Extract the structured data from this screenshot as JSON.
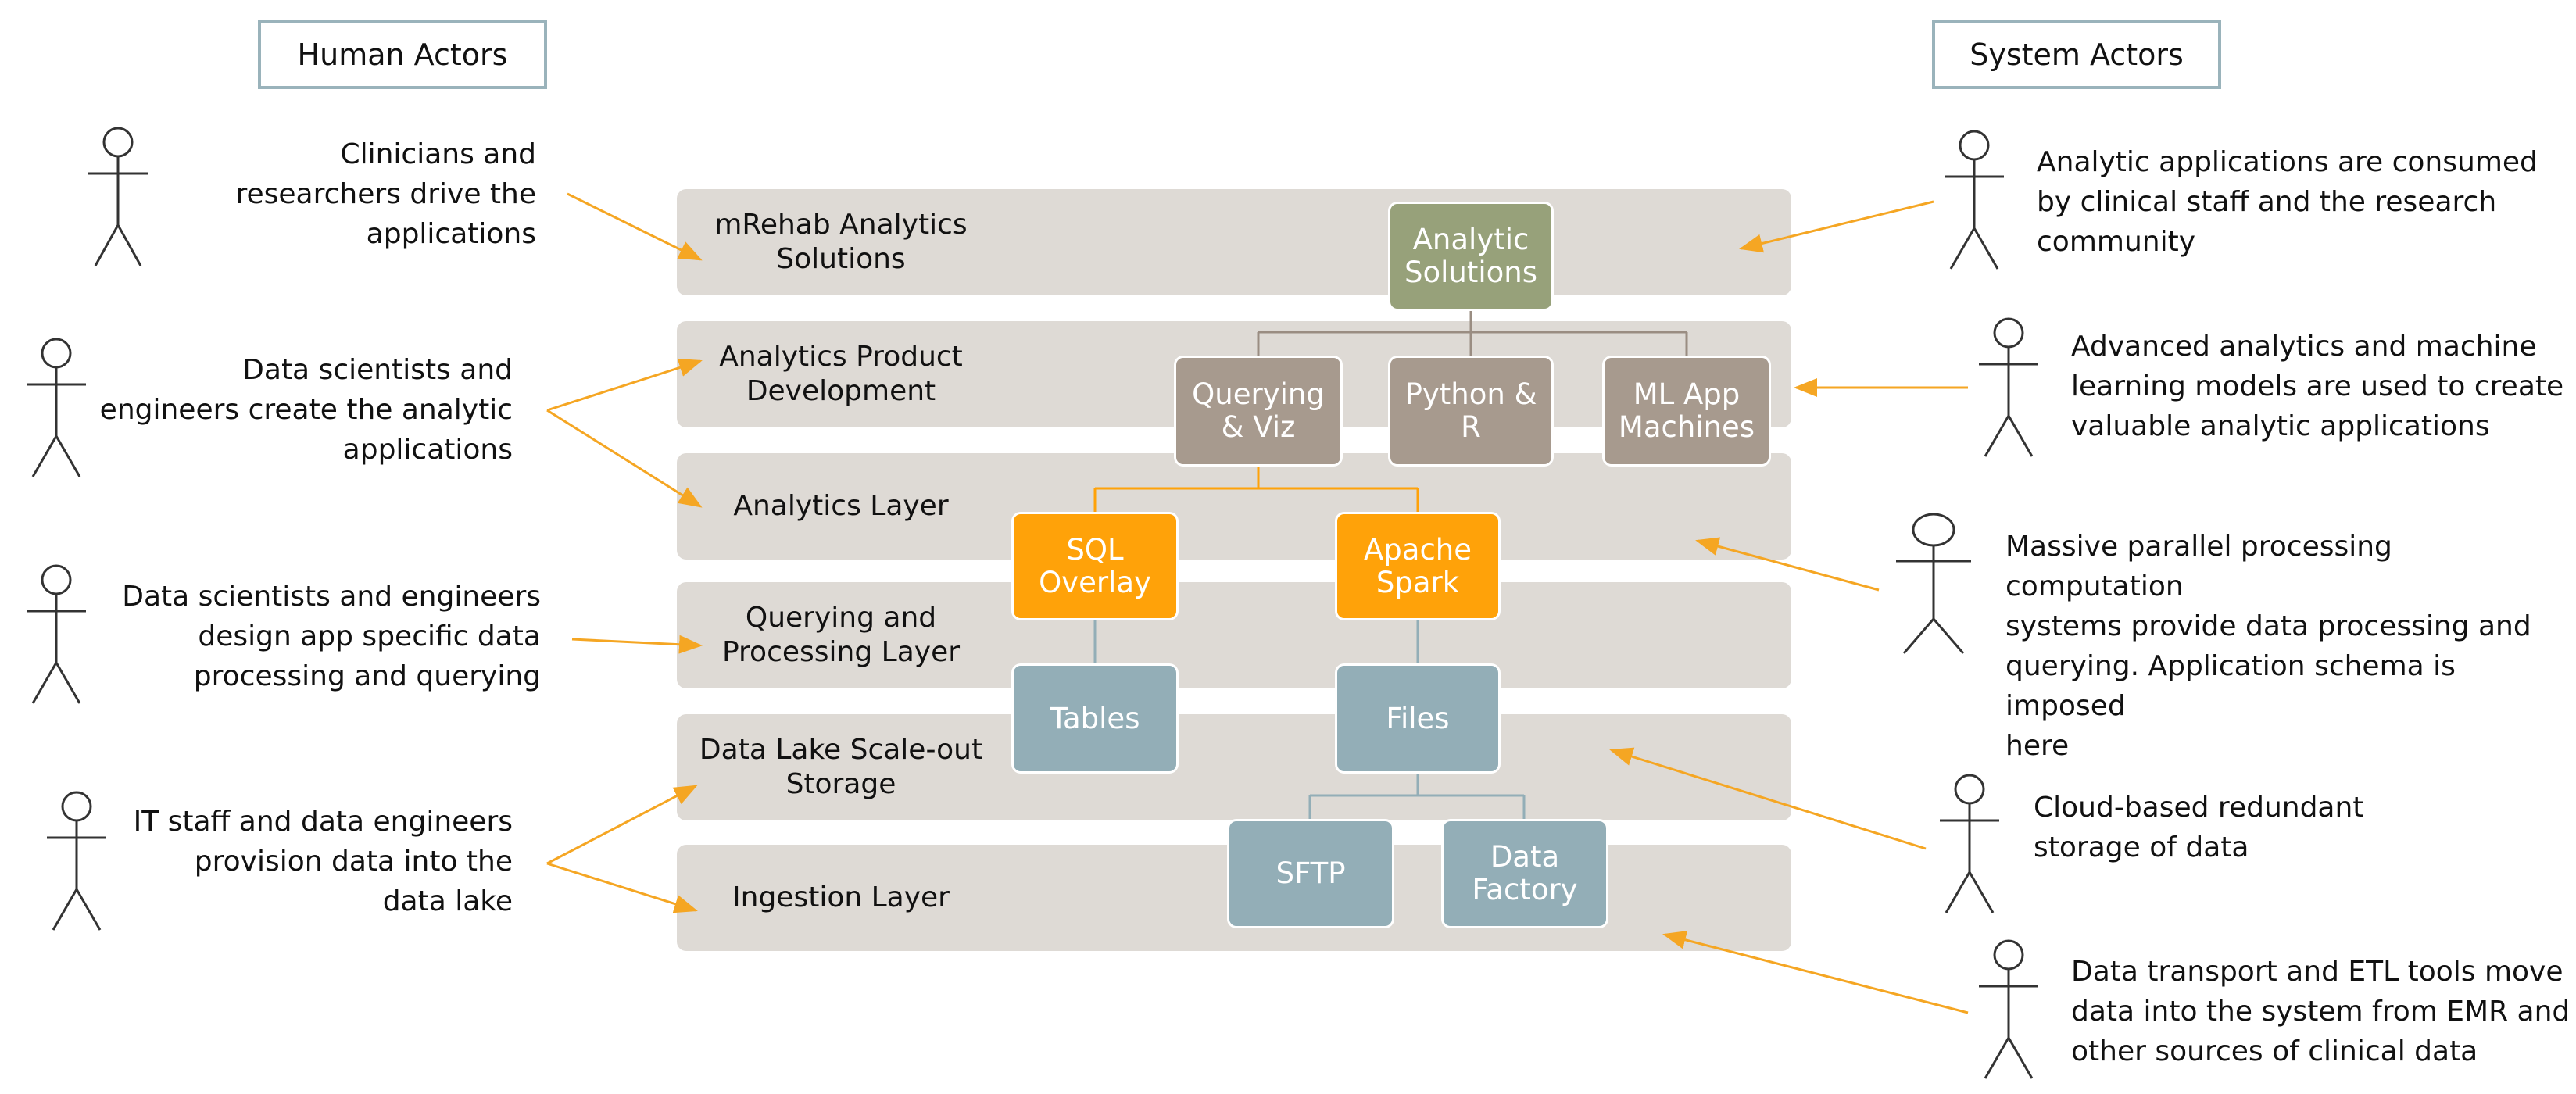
{
  "headers": {
    "human": "Human Actors",
    "system": "System Actors"
  },
  "layers": [
    {
      "label": "mRehab Analytics\nSolutions"
    },
    {
      "label": "Analytics Product\nDevelopment"
    },
    {
      "label": "Analytics Layer"
    },
    {
      "label": "Querying and\nProcessing Layer"
    },
    {
      "label": "Data Lake Scale-out\nStorage"
    },
    {
      "label": "Ingestion Layer"
    }
  ],
  "nodes": {
    "analytic_solutions": "Analytic\nSolutions",
    "querying_viz": "Querying\n& Viz",
    "python_r": "Python &\nR",
    "ml_app": "ML App\nMachines",
    "sql_overlay": "SQL\nOverlay",
    "apache_spark": "Apache\nSpark",
    "tables": "Tables",
    "files": "Files",
    "sftp": "SFTP",
    "data_factory": "Data\nFactory"
  },
  "human_notes": [
    "Clinicians and\nresearchers drive the\napplications",
    "Data scientists and\nengineers create the analytic\napplications",
    "Data scientists and engineers\ndesign app specific data\nprocessing and querying",
    "IT staff and data engineers\nprovision data into the\ndata lake"
  ],
  "system_notes": [
    "Analytic applications are consumed\nby clinical staff and the research\ncommunity",
    "Advanced analytics and machine\nlearning models are used to create\nvaluable analytic applications",
    "Massive parallel processing computation\nsystems provide data processing and\nquerying. Application schema is imposed\nhere",
    "Cloud-based redundant\nstorage of data",
    "Data transport and ETL tools move\ndata into the system from EMR and\nother sources of clinical data"
  ],
  "colors": {
    "band": "#dedad5",
    "arrow": "#f5a623",
    "connector_taupe": "#9a8d82",
    "connector_orange": "#ffa209",
    "connector_blue": "#93aeb7",
    "node_green": "#97a17a",
    "node_taupe": "#a79a8e",
    "node_orange": "#ffa209",
    "node_blue": "#93aeb7",
    "header_border": "#9ab3bb"
  }
}
